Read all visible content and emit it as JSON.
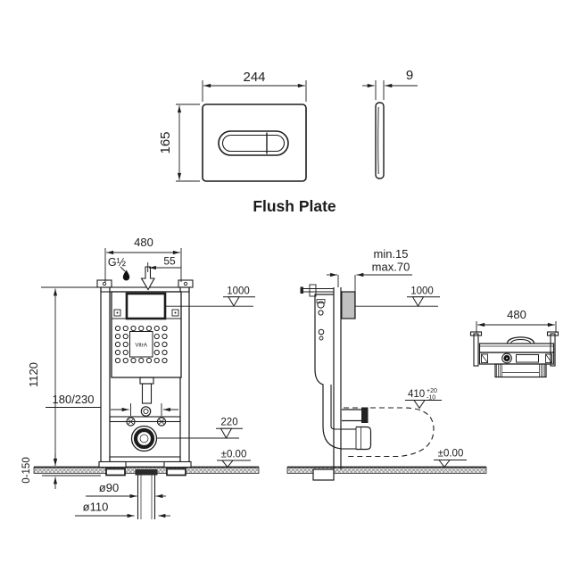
{
  "colors": {
    "line": "#1c1c1c",
    "floor_hatch": "#909090"
  },
  "title": "Flush Plate",
  "plate": {
    "width": "244",
    "height": "165",
    "thickness": "9"
  },
  "front_view": {
    "width": "480",
    "inlet_thread": "G½",
    "inlet_offset": "55",
    "level_top": "1000",
    "frame_height": "1120",
    "bolt_spacing": "180/230",
    "outlet_level": "220",
    "floor_level": "±0.00",
    "foot_range": "0-150",
    "outlet_dia": "ø90",
    "pipe_dia": "ø110",
    "brand": "VitrA"
  },
  "side_view": {
    "depth_min": "min.15",
    "depth_max": "max.70",
    "level_top": "1000",
    "pan_level": "410",
    "pan_tol_plus": "+20",
    "pan_tol_minus": "-10",
    "floor_level": "±0.00"
  },
  "top_view": {
    "width": "480"
  }
}
